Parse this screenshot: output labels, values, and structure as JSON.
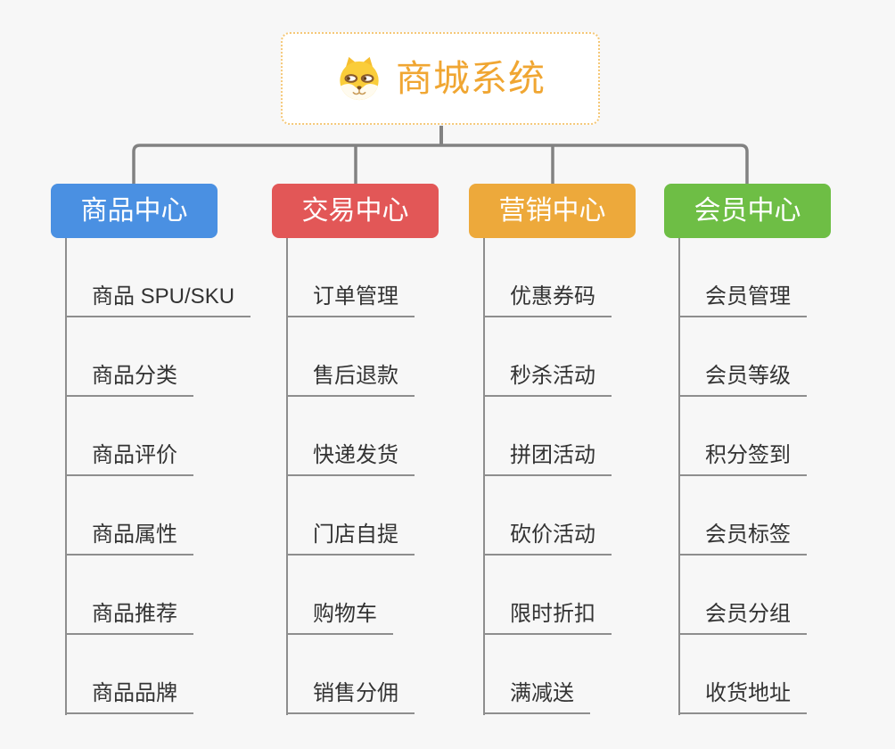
{
  "root": {
    "title": "商城系统",
    "icon": "dog-face-icon"
  },
  "colors": {
    "background": "#F7F7F7",
    "root_text": "#F0A632",
    "root_border": "#F5C878",
    "connector": "#828282",
    "leaf_line": "#8E8E8E",
    "leaf_text": "#333333",
    "category_colors": [
      "#4A90E2",
      "#E25757",
      "#EDA93B",
      "#6EBE45"
    ]
  },
  "categories": [
    {
      "label": "商品中心",
      "color": "#4A90E2",
      "items": [
        "商品 SPU/SKU",
        "商品分类",
        "商品评价",
        "商品属性",
        "商品推荐",
        "商品品牌"
      ]
    },
    {
      "label": "交易中心",
      "color": "#E25757",
      "items": [
        "订单管理",
        "售后退款",
        "快递发货",
        "门店自提",
        "购物车",
        "销售分佣"
      ]
    },
    {
      "label": "营销中心",
      "color": "#EDA93B",
      "items": [
        "优惠券码",
        "秒杀活动",
        "拼团活动",
        "砍价活动",
        "限时折扣",
        "满减送"
      ]
    },
    {
      "label": "会员中心",
      "color": "#6EBE45",
      "items": [
        "会员管理",
        "会员等级",
        "积分签到",
        "会员标签",
        "会员分组",
        "收货地址"
      ]
    }
  ]
}
